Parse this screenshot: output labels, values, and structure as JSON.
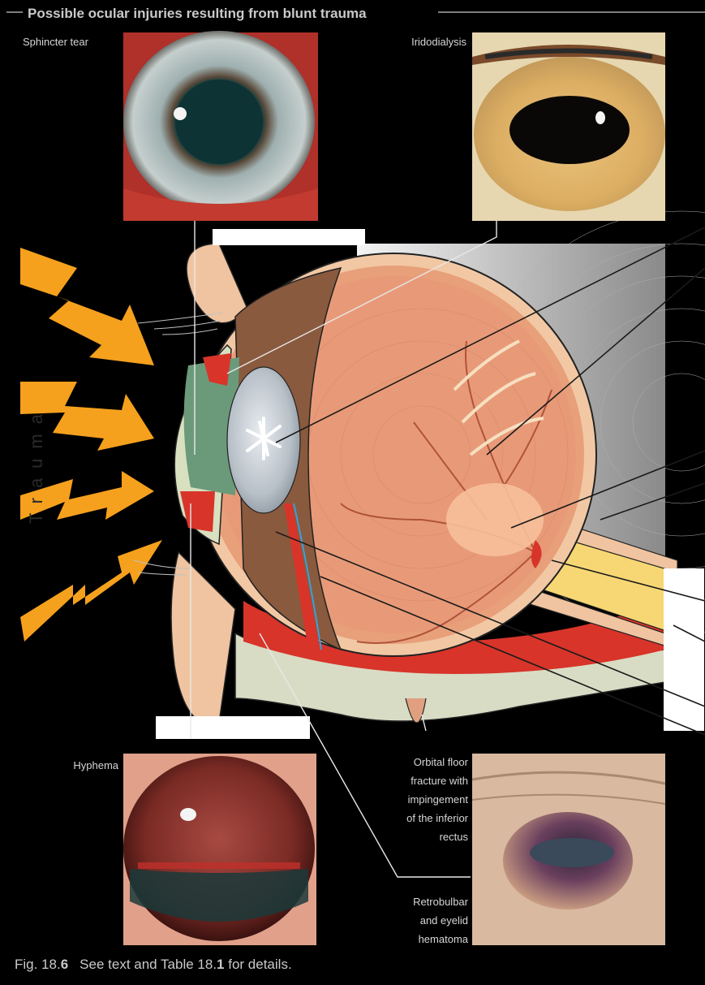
{
  "title": "Possible ocular injuries resulting from blunt trauma",
  "side_text": "Trauma",
  "labels": {
    "sphincter_tear": "Sphincter tear",
    "iridodialysis": "Iridodialysis",
    "hyphema": "Hyphema",
    "orbital_floor": [
      "Orbital floor",
      "fracture with",
      "impingement",
      "of the inferior",
      "rectus"
    ],
    "retrobulbar": [
      "Retrobulbar",
      "and eyelid",
      "hematoma"
    ]
  },
  "caption": {
    "fig": "Fig. 18.",
    "fig_num": "6",
    "text": "See text and Table 18.",
    "table_num": "1",
    "tail": " for details."
  },
  "colors": {
    "trauma_bolt": "#f5a11d",
    "sclera": "#f2c8a4",
    "retina": "#e8a07a",
    "blood": "#d8342a",
    "bone": "#d8dcc4",
    "optic_nerve": "#f7d774"
  }
}
